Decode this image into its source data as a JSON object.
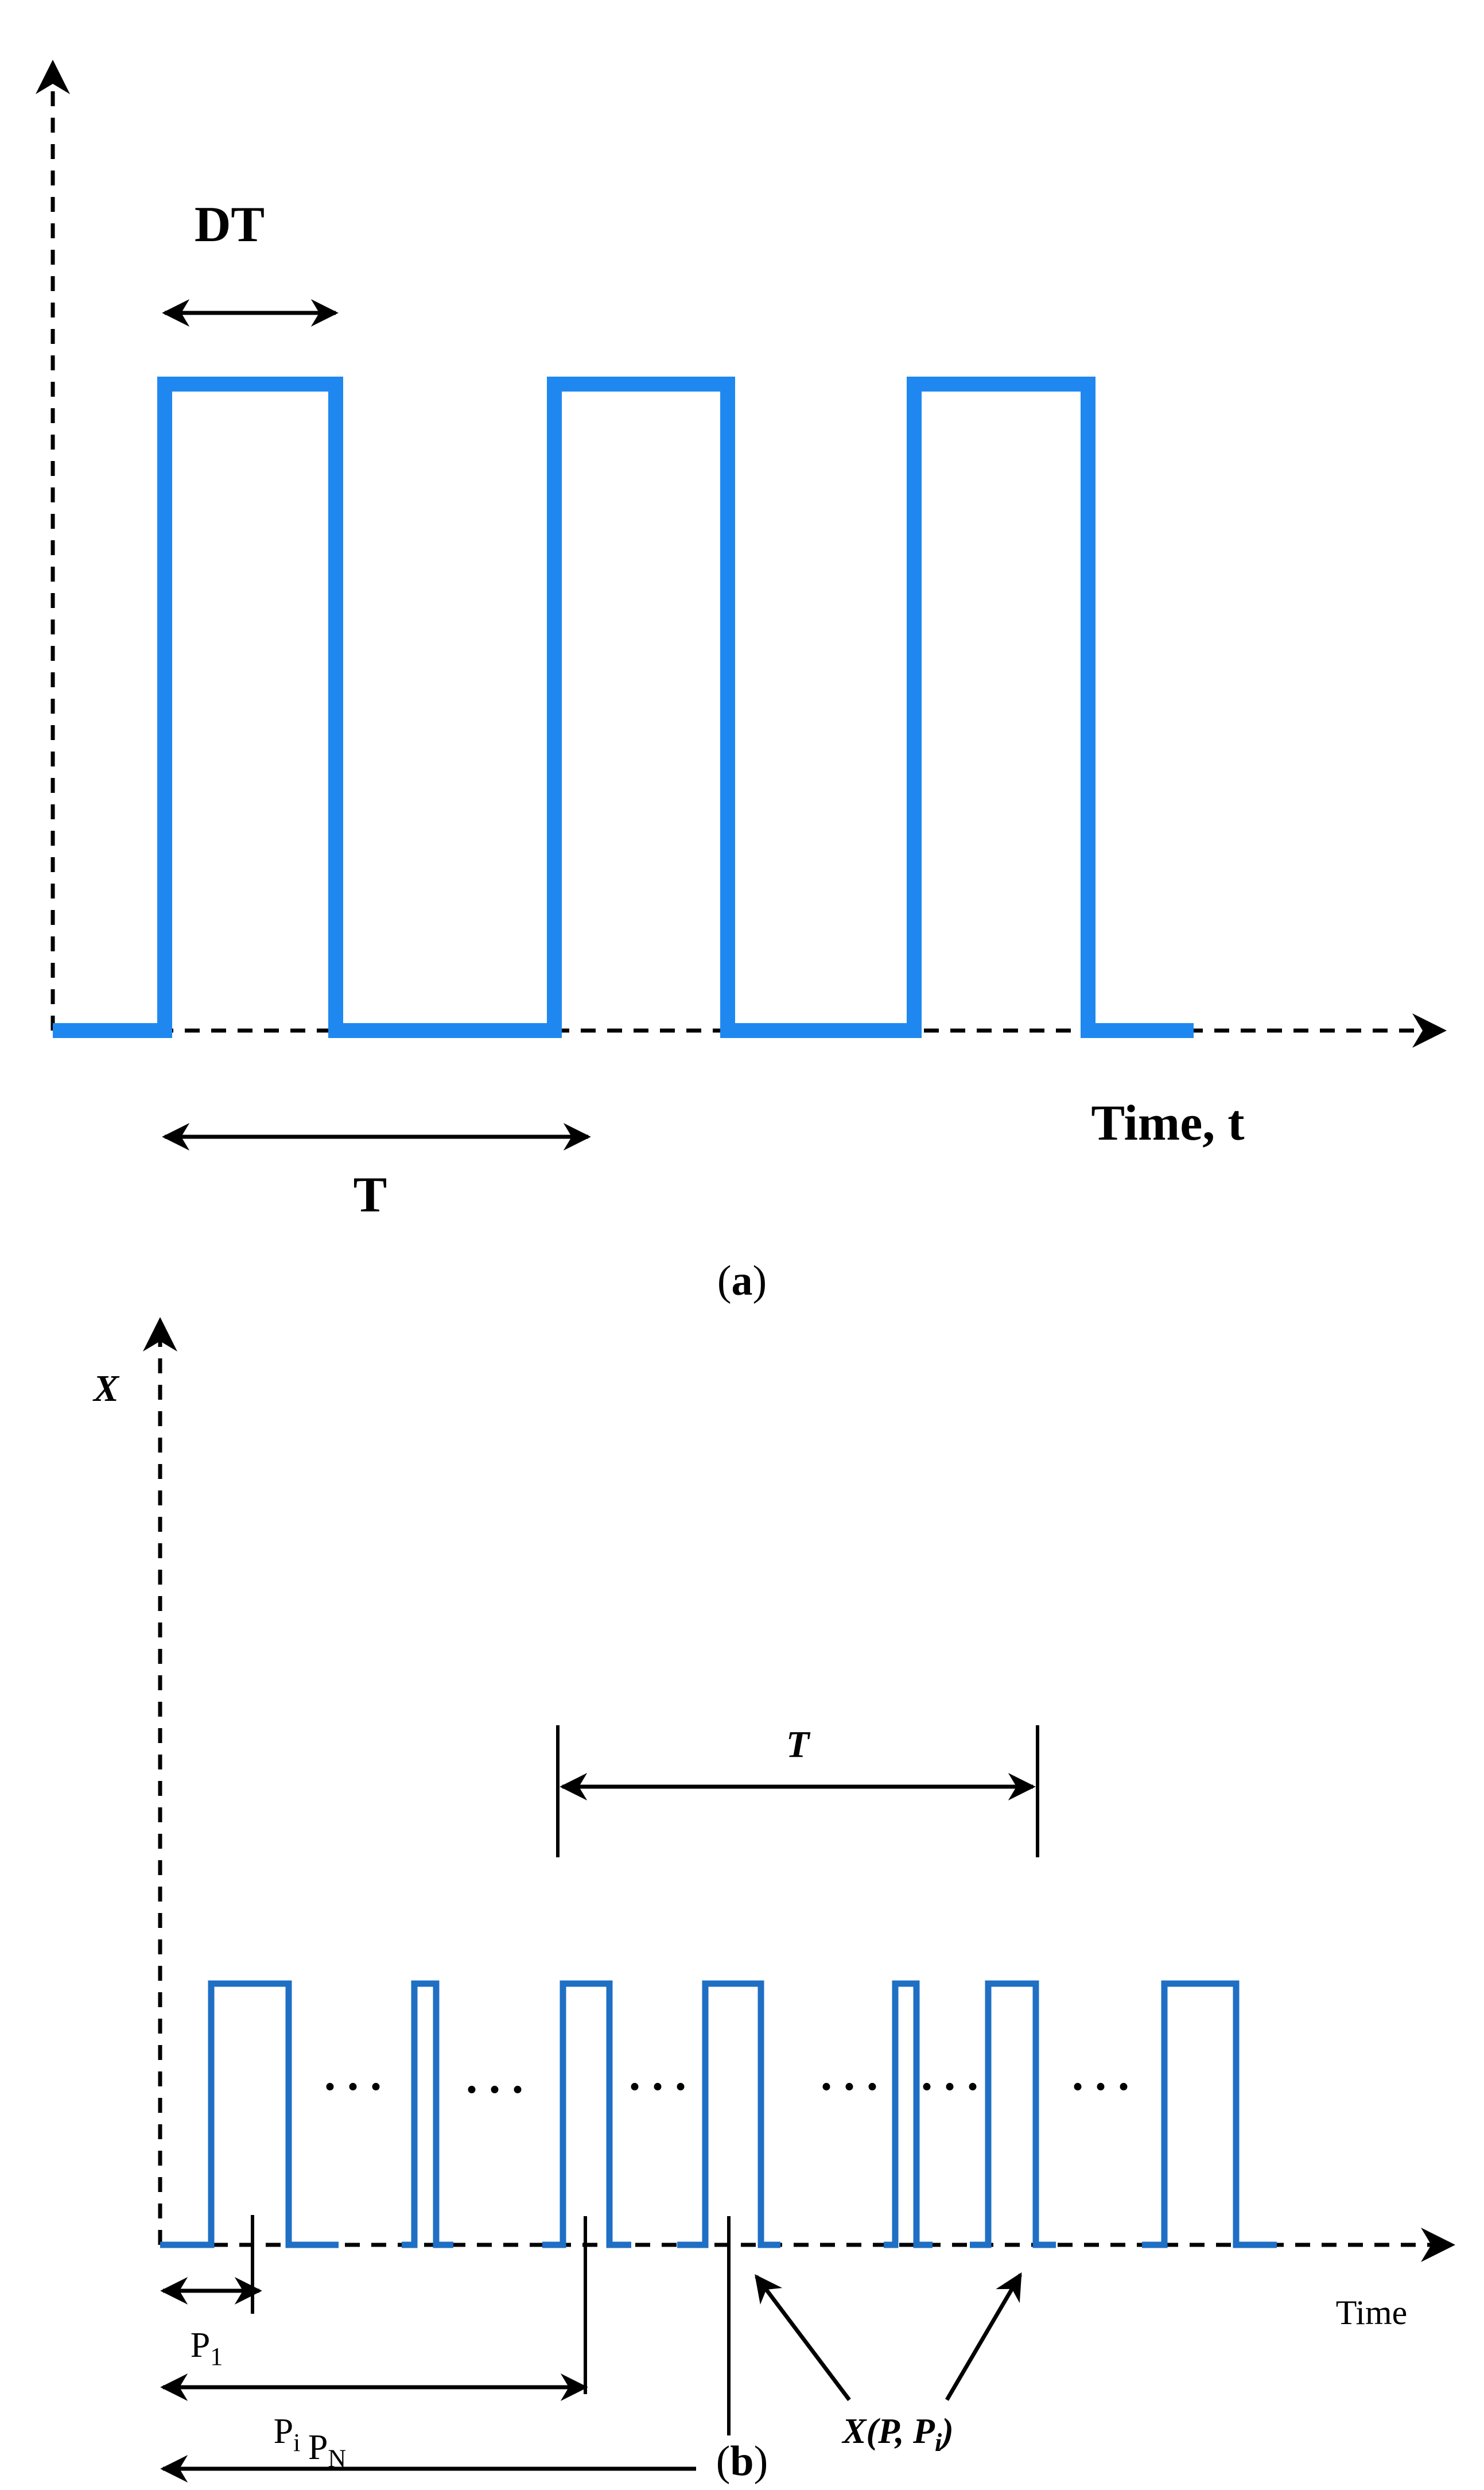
{
  "panel_a": {
    "dt_label": "DT",
    "period_label": "T",
    "time_axis_label": "Time, t",
    "caption_prefix": "(",
    "caption_letter": "a",
    "caption_suffix": ")",
    "pulse_count": 3,
    "wave_color": "#1e88f0"
  },
  "panel_b": {
    "y_axis_label": "X",
    "period_label": "T",
    "time_axis_label": "Time",
    "p1_base": "P",
    "p1_sub": "1",
    "pi_base": "P",
    "pi_sub": "i",
    "pn_base": "P",
    "pn_sub": "N",
    "pulse_annotation": "X(P, P",
    "pulse_annotation_sub": "i",
    "pulse_annotation_end": ")",
    "ellipsis": ". . .",
    "caption_prefix": "(",
    "caption_letter": "b",
    "caption_suffix": ")",
    "wave_color": "#1f6fc4"
  }
}
